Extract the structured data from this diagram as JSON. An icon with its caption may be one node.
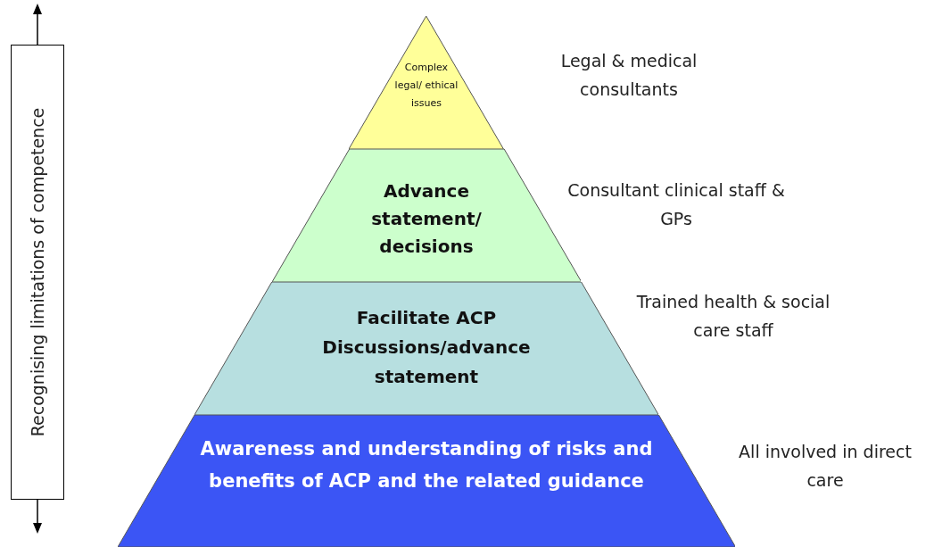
{
  "diagram": {
    "nodes": [
      {
        "text": [
          "Recognising limitations of competence"
        ]
      },
      {
        "text": [
          "Complex legal/ ethical issues"
        ],
        "beside": [
          "Legal & medical consultants"
        ]
      },
      {
        "text": [
          "Advance statement/ decisions"
        ],
        "beside": [
          "Consultant clinical staff & GPs"
        ]
      },
      {
        "text": [
          "Facilitate ACP Discussions/advance statement"
        ],
        "beside": [
          "Trained health & social care staff"
        ]
      },
      {
        "text": [
          "Awareness and understanding of risks and benefits of ACP and the related guidance"
        ],
        "beside": [
          "All involved in direct care"
        ]
      }
    ]
  }
}
